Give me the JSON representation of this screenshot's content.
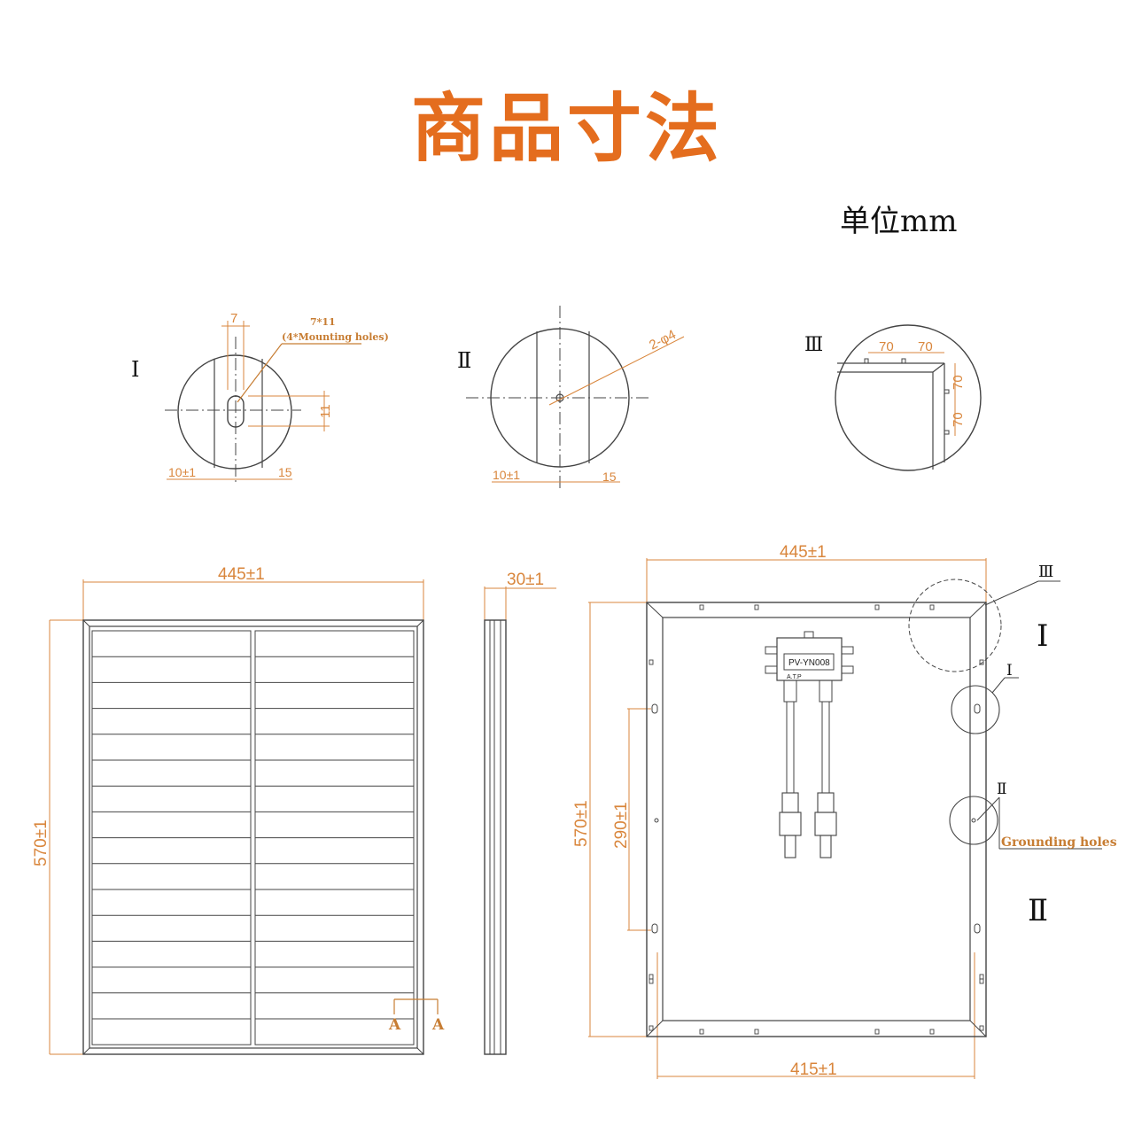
{
  "title": "商品寸法",
  "unit": "单位mm",
  "colors": {
    "accent": "#e46d1e",
    "dimension": "#d9863c",
    "line": "#4a4a4a"
  },
  "details": {
    "detail_1": {
      "label": "Ⅰ",
      "slot_width": "7",
      "slot_size": "7*11",
      "slot_note": "(4*Mounting holes)",
      "slot_height": "11",
      "offset": "10±1",
      "edge": "15"
    },
    "detail_2": {
      "label": "Ⅱ",
      "hole": "2-φ4",
      "offset": "10±1",
      "edge": "15"
    },
    "detail_3": {
      "label": "Ⅲ",
      "dim_h1": "70",
      "dim_h2": "70",
      "dim_v1": "70",
      "dim_v2": "70"
    }
  },
  "front_view": {
    "width": "445±1",
    "height": "570±1",
    "section_left": "A",
    "section_right": "A"
  },
  "side_view": {
    "thickness": "30±1"
  },
  "back_view": {
    "width": "445±1",
    "bottom_width": "415±1",
    "height": "570±1",
    "hole_spacing": "290±1",
    "junction_box_label": "PV-YN008",
    "junction_box_sub": "A.T.P",
    "callout_3": "Ⅲ",
    "callout_1": "Ⅰ",
    "callout_2": "Ⅱ",
    "grounding_note": "Grounding holes",
    "side_label_1": "Ⅰ",
    "side_label_2": "Ⅱ"
  }
}
